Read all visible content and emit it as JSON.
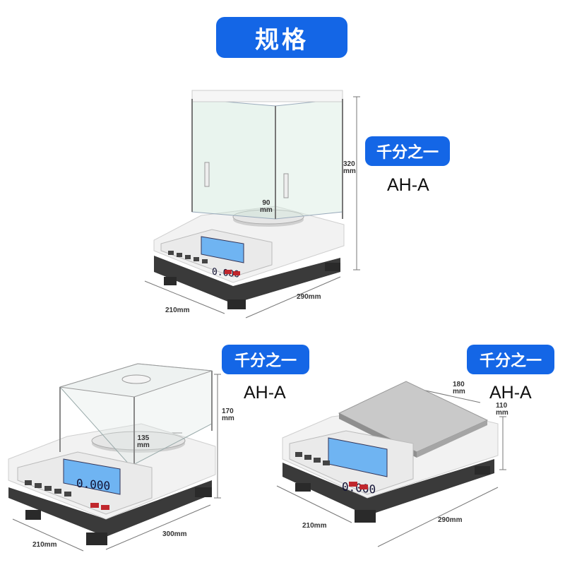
{
  "title": "规格",
  "colors": {
    "accent": "#1466e6",
    "lcd": "#6fb4f2"
  },
  "products": [
    {
      "tag": "千分之一",
      "model": "AH-A",
      "dims": {
        "height": "320\nmm",
        "pan": "90\nmm",
        "depth": "210mm",
        "width": "290mm"
      }
    },
    {
      "tag": "千分之一",
      "model": "AH-A",
      "dims": {
        "height": "170\nmm",
        "pan": "135\nmm",
        "depth": "210mm",
        "width": "300mm"
      }
    },
    {
      "tag": "千分之一",
      "model": "AH-A",
      "dims": {
        "pan": "180\nmm",
        "height": "110\nmm",
        "depth": "210mm",
        "width": "290mm"
      }
    }
  ]
}
